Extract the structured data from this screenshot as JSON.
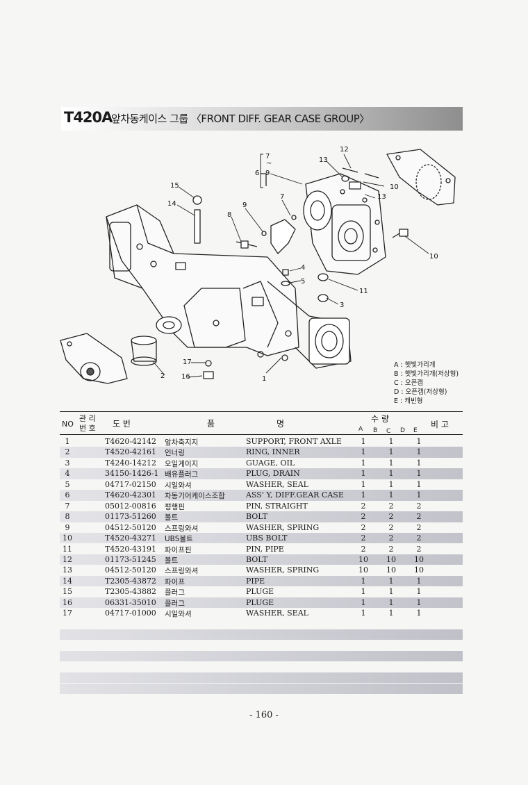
{
  "header": {
    "code": "T420A",
    "title": "앞차동케이스 그룹 〈FRONT DIFF. GEAR CASE GROUP〉"
  },
  "diagram": {
    "callouts": [
      "12",
      "13",
      "10",
      "7",
      "~",
      "9",
      "6",
      "15",
      "14",
      "9",
      "8",
      "7",
      "13",
      "10",
      "4",
      "5",
      "11",
      "3",
      "17",
      "16",
      "2",
      "1"
    ]
  },
  "legend": [
    "A : 햇빛가리개",
    "B : 햇빛가리개(저상형)",
    "C : 오픈캡",
    "D : 오픈캡(저상형)",
    "E : 캐빈형"
  ],
  "table": {
    "headers": {
      "no": "NO",
      "mgmt_top": "관 리",
      "mgmt_bottom": "번 호",
      "part_no": "도    번",
      "name_kr": "품",
      "name_en": "명",
      "qty": "수    량",
      "remark": "비  고",
      "sub": [
        "A",
        "B",
        "C",
        "D",
        "E"
      ]
    },
    "rows": [
      {
        "no": "1",
        "part": "T4620-42142",
        "kr": "앞차축지지",
        "en": "SUPPORT, FRONT AXLE",
        "a": "1",
        "c": "1",
        "e": "1"
      },
      {
        "no": "2",
        "part": "T4520-42161",
        "kr": "인너링",
        "en": "RING, INNER",
        "a": "1",
        "c": "1",
        "e": "1"
      },
      {
        "no": "3",
        "part": "T4240-14212",
        "kr": "오일게이지",
        "en": "GUAGE, OIL",
        "a": "1",
        "c": "1",
        "e": "1"
      },
      {
        "no": "4",
        "part": "34150-1426-1",
        "kr": "배유플러그",
        "en": "PLUG, DRAIN",
        "a": "1",
        "c": "1",
        "e": "1"
      },
      {
        "no": "5",
        "part": "04717-02150",
        "kr": "시일와셔",
        "en": "WASHER, SEAL",
        "a": "1",
        "c": "1",
        "e": "1"
      },
      {
        "no": "6",
        "part": "T4620-42301",
        "kr": "차동기어케이스조합",
        "en": "ASS' Y, DIFF.GEAR CASE",
        "a": "1",
        "c": "1",
        "e": "1"
      },
      {
        "no": "7",
        "part": "05012-00816",
        "kr": "평행핀",
        "en": "PIN, STRAIGHT",
        "a": "2",
        "c": "2",
        "e": "2"
      },
      {
        "no": "8",
        "part": "01173-51260",
        "kr": "볼트",
        "en": "BOLT",
        "a": "2",
        "c": "2",
        "e": "2"
      },
      {
        "no": "9",
        "part": "04512-50120",
        "kr": "스프링와셔",
        "en": "WASHER, SPRING",
        "a": "2",
        "c": "2",
        "e": "2"
      },
      {
        "no": "10",
        "part": "T4520-43271",
        "kr": "UBS볼트",
        "en": "UBS BOLT",
        "a": "2",
        "c": "2",
        "e": "2"
      },
      {
        "no": "11",
        "part": "T4520-43191",
        "kr": "파이프핀",
        "en": "PIN, PIPE",
        "a": "2",
        "c": "2",
        "e": "2"
      },
      {
        "no": "12",
        "part": "01173-51245",
        "kr": "볼트",
        "en": "BOLT",
        "a": "10",
        "c": "10",
        "e": "10"
      },
      {
        "no": "13",
        "part": "04512-50120",
        "kr": "스프링와셔",
        "en": "WASHER, SPRING",
        "a": "10",
        "c": "10",
        "e": "10"
      },
      {
        "no": "14",
        "part": "T2305-43872",
        "kr": "파이프",
        "en": "PIPE",
        "a": "1",
        "c": "1",
        "e": "1"
      },
      {
        "no": "15",
        "part": "T2305-43882",
        "kr": "플러그",
        "en": "PLUGE",
        "a": "1",
        "c": "1",
        "e": "1"
      },
      {
        "no": "16",
        "part": "06331-35010",
        "kr": "플러그",
        "en": "PLUGE",
        "a": "1",
        "c": "1",
        "e": "1"
      },
      {
        "no": "17",
        "part": "04717-01000",
        "kr": "시일와셔",
        "en": "WASHER, SEAL",
        "a": "1",
        "c": "1",
        "e": "1"
      }
    ]
  },
  "footer": {
    "page": "- 160 -"
  }
}
